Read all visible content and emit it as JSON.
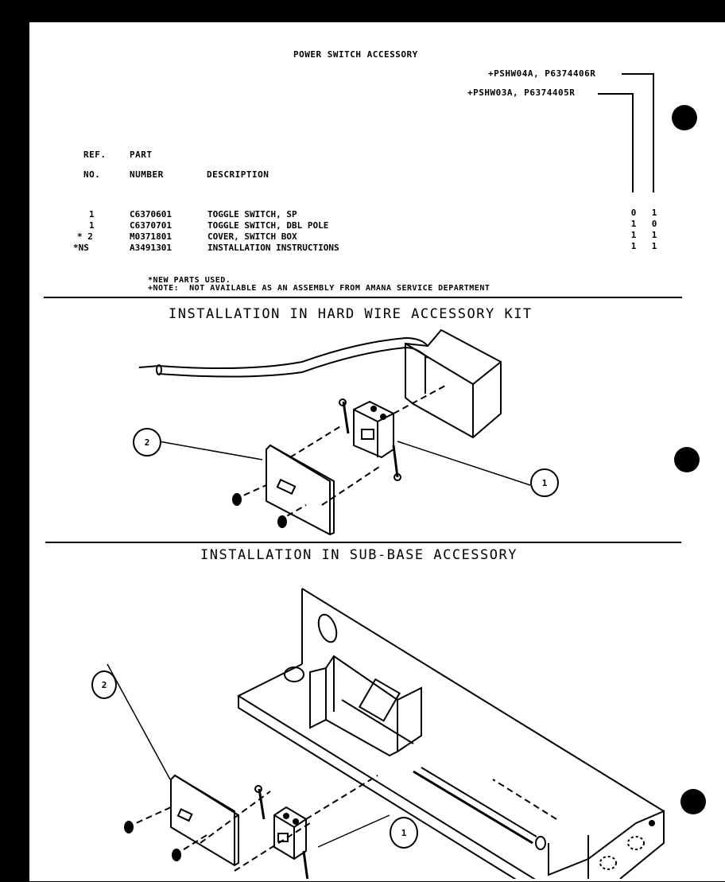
{
  "header": {
    "title": "POWER SWITCH ACCESSORY",
    "models": [
      {
        "label": "+PSHW04A, P6374406R"
      },
      {
        "label": "+PSHW03A, P6374405R"
      }
    ]
  },
  "table": {
    "headers": {
      "ref_line1": "REF.",
      "ref_line2": "NO.",
      "part_line1": "PART",
      "part_line2": "NUMBER",
      "description": "DESCRIPTION"
    },
    "rows": [
      {
        "ref": "1",
        "part": "C6370601",
        "description": "TOGGLE SWITCH, SP",
        "qty": [
          "0",
          "1"
        ]
      },
      {
        "ref": "1",
        "part": "C6370701",
        "description": "TOGGLE SWITCH, DBL POLE",
        "qty": [
          "1",
          "0"
        ]
      },
      {
        "ref": "* 2",
        "part": "M0371801",
        "description": "COVER, SWITCH BOX",
        "qty": [
          "1",
          "1"
        ]
      },
      {
        "ref": "*NS",
        "part": "A3491301",
        "description": "INSTALLATION INSTRUCTIONS",
        "qty": [
          "1",
          "1"
        ]
      }
    ]
  },
  "notes": {
    "line1": "*NEW PARTS USED.",
    "line2": "+NOTE:  NOT AVAILABLE AS AN ASSEMBLY FROM AMANA SERVICE DEPARTMENT"
  },
  "sections": [
    {
      "title": "INSTALLATION IN HARD WIRE ACCESSORY KIT",
      "callouts": [
        {
          "label": "2"
        },
        {
          "label": "1"
        }
      ]
    },
    {
      "title": "INSTALLATION IN SUB-BASE ACCESSORY",
      "callouts": [
        {
          "label": "2"
        },
        {
          "label": "1"
        }
      ]
    }
  ]
}
